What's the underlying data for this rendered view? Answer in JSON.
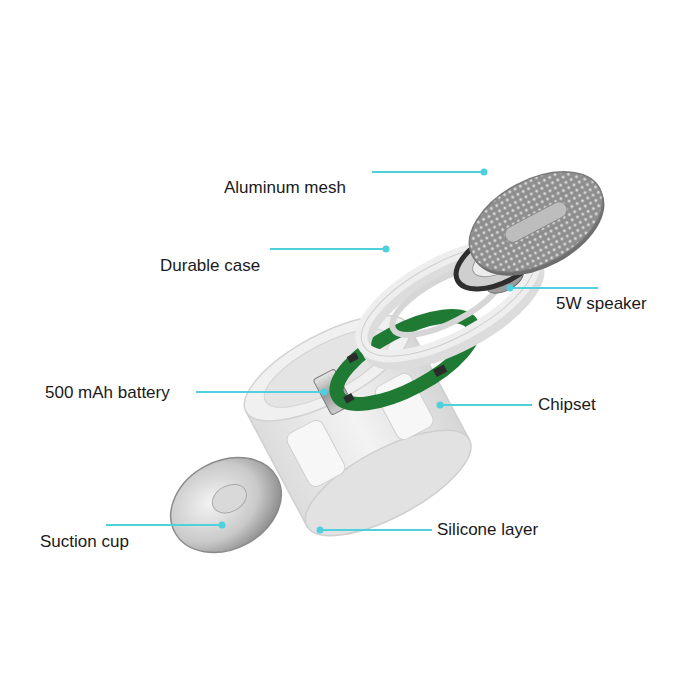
{
  "diagram": {
    "labels": [
      "Aluminum mesh",
      "Durable case",
      "5W speaker",
      "500 mAh battery",
      "Chipset",
      "Suction cup",
      "Silicone layer"
    ]
  }
}
